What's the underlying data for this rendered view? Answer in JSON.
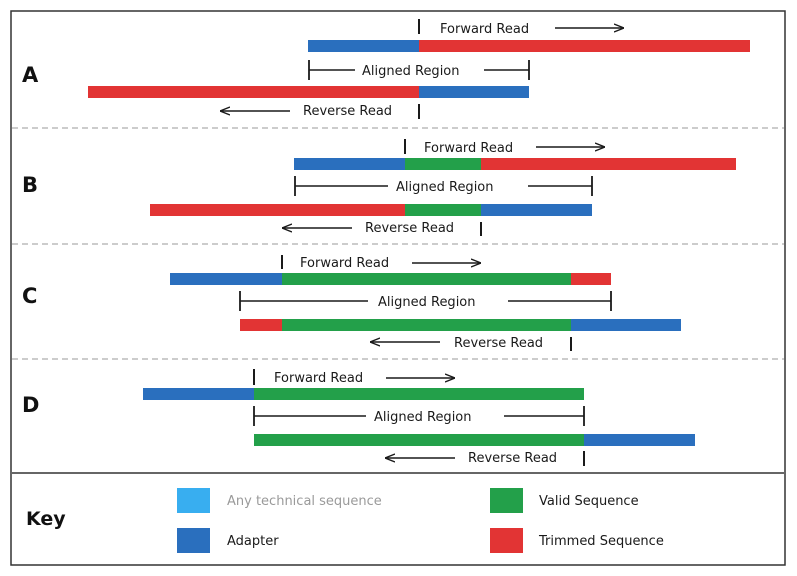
{
  "colors": {
    "adapter": "#2a6fbe",
    "valid": "#23a04a",
    "trimmed": "#e23434",
    "technical": "#38aef0",
    "frame": "#333333",
    "divider": "#9a9a9a"
  },
  "labels": {
    "forward": "Forward Read",
    "aligned": "Aligned Region",
    "reverse": "Reverse Read"
  },
  "panels": [
    {
      "id": "A",
      "label": "A"
    },
    {
      "id": "B",
      "label": "B"
    },
    {
      "id": "C",
      "label": "C"
    },
    {
      "id": "D",
      "label": "D"
    }
  ],
  "key": {
    "title": "Key",
    "items": [
      {
        "label": "Any technical sequence",
        "color": "#38aef0",
        "muted": true
      },
      {
        "label": "Valid Sequence",
        "color": "#23a04a",
        "muted": false
      },
      {
        "label": "Adapter",
        "color": "#2a6fbe",
        "muted": false
      },
      {
        "label": "Trimmed Sequence",
        "color": "#e23434",
        "muted": false
      }
    ]
  }
}
